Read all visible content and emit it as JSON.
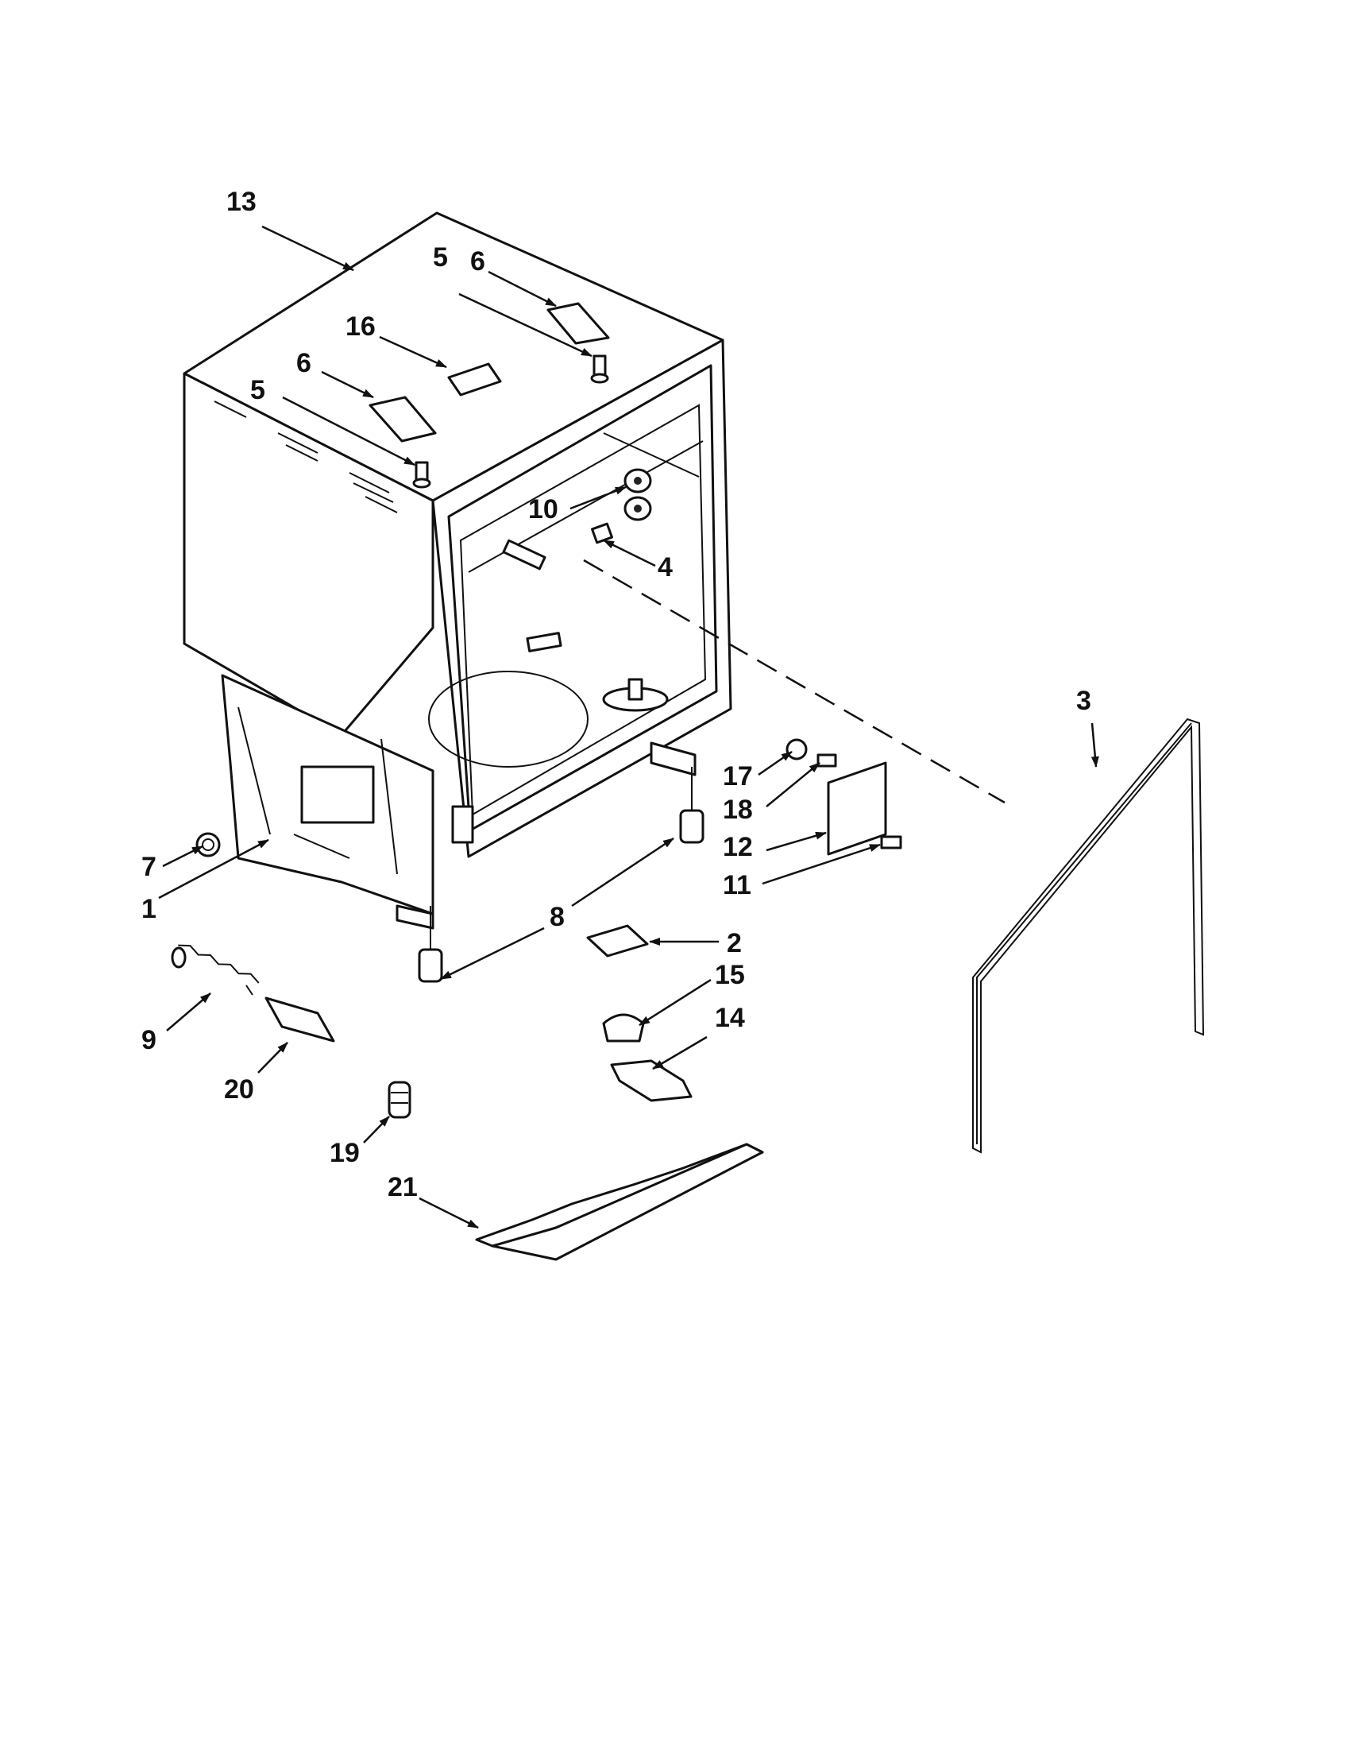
{
  "diagram": {
    "callouts": {
      "c1": "1",
      "c2": "2",
      "c3": "3",
      "c4": "4",
      "c5a": "5",
      "c5b": "5",
      "c6a": "6",
      "c6b": "6",
      "c7": "7",
      "c8": "8",
      "c9": "9",
      "c10": "10",
      "c11": "11",
      "c12": "12",
      "c13": "13",
      "c14": "14",
      "c15": "15",
      "c16": "16",
      "c17": "17",
      "c18": "18",
      "c19": "19",
      "c20": "20",
      "c21": "21"
    }
  }
}
